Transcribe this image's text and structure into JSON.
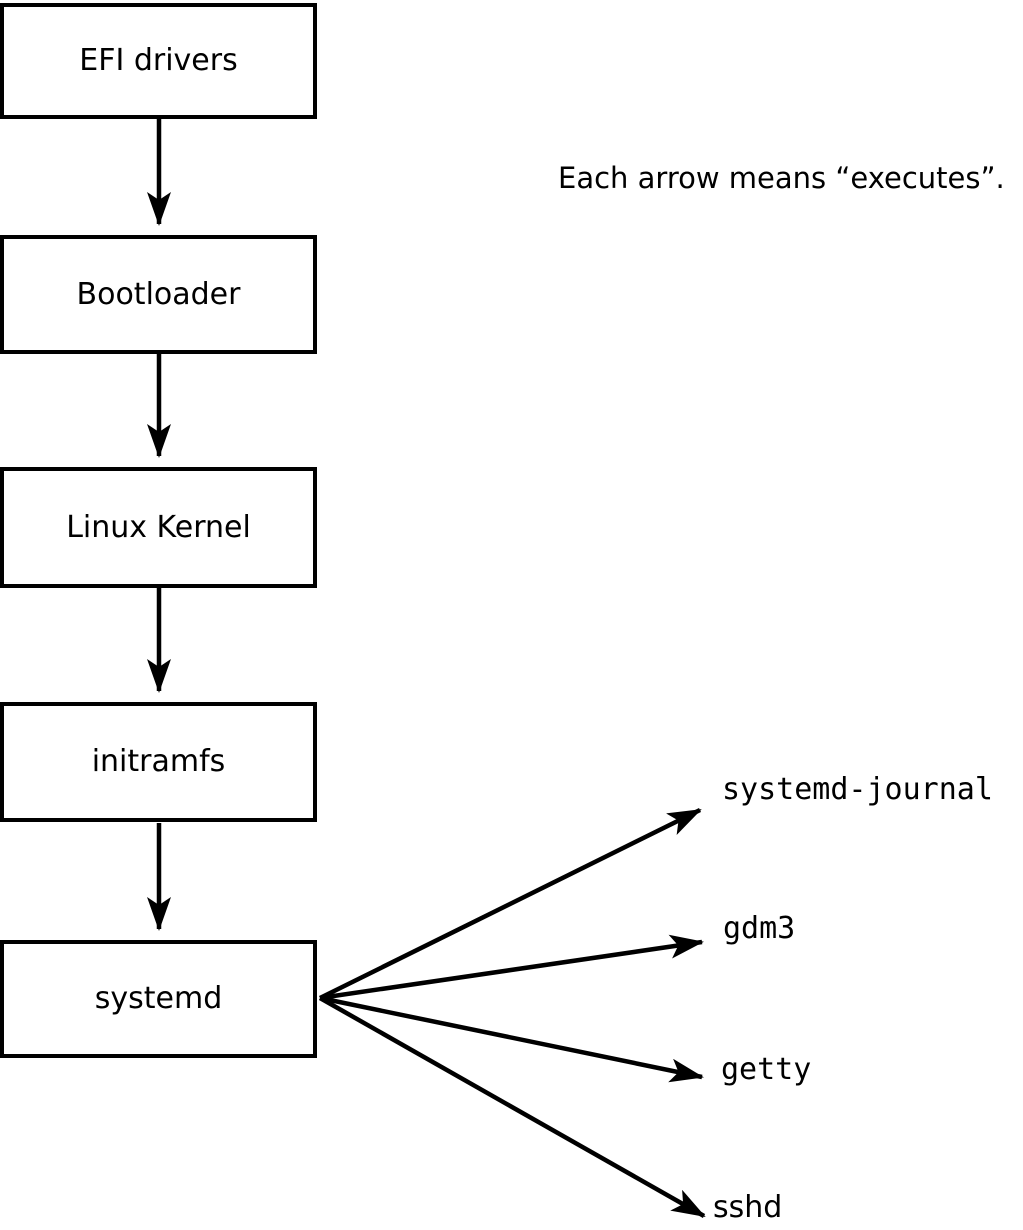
{
  "note": "Each arrow means “executes”.",
  "boxes": [
    {
      "label": "EFI drivers"
    },
    {
      "label": "Bootloader"
    },
    {
      "label": "Linux Kernel"
    },
    {
      "label": "initramfs"
    },
    {
      "label": "systemd"
    }
  ],
  "targets": [
    {
      "label": "systemd-journal"
    },
    {
      "label": "gdm3"
    },
    {
      "label": "getty"
    },
    {
      "label": "sshd"
    }
  ],
  "colors": {
    "stroke": "#000000",
    "background": "#ffffff"
  }
}
